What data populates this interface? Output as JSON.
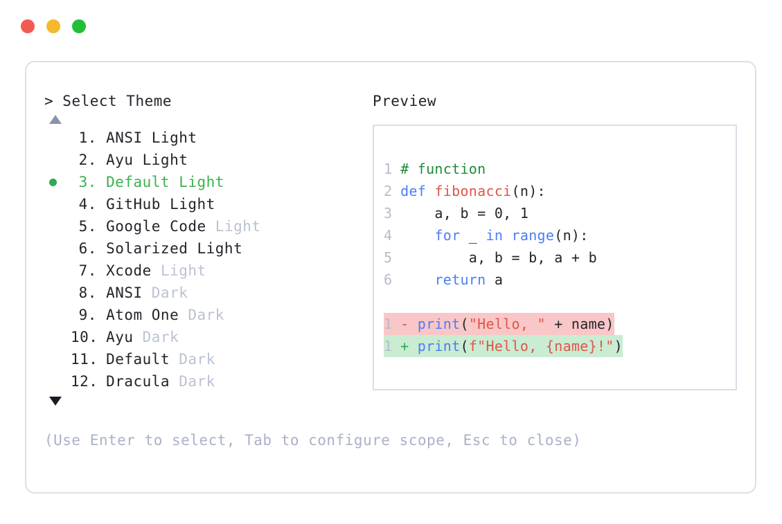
{
  "window": {
    "dots": [
      {
        "name": "close",
        "color": "#f25a53"
      },
      {
        "name": "minimize",
        "color": "#f5b82e"
      },
      {
        "name": "maximize",
        "color": "#22be38"
      }
    ]
  },
  "left": {
    "prompt_symbol": "> ",
    "prompt_title": "Select Theme",
    "scroll_up_icon": "triangle-up",
    "scroll_down_icon": "triangle-down",
    "selected_index": 3,
    "themes": [
      {
        "index": "1.",
        "name": "ANSI",
        "variant": "Light",
        "variant_muted": false,
        "selected": false
      },
      {
        "index": "2.",
        "name": "Ayu",
        "variant": "Light",
        "variant_muted": false,
        "selected": false
      },
      {
        "index": "3.",
        "name": "Default",
        "variant": "Light",
        "variant_muted": false,
        "selected": true
      },
      {
        "index": "4.",
        "name": "GitHub",
        "variant": "Light",
        "variant_muted": false,
        "selected": false
      },
      {
        "index": "5.",
        "name": "Google Code",
        "variant": "Light",
        "variant_muted": true,
        "selected": false
      },
      {
        "index": "6.",
        "name": "Solarized",
        "variant": "Light",
        "variant_muted": false,
        "selected": false
      },
      {
        "index": "7.",
        "name": "Xcode",
        "variant": "Light",
        "variant_muted": true,
        "selected": false
      },
      {
        "index": "8.",
        "name": "ANSI",
        "variant": "Dark",
        "variant_muted": true,
        "selected": false
      },
      {
        "index": "9.",
        "name": "Atom One",
        "variant": "Dark",
        "variant_muted": true,
        "selected": false
      },
      {
        "index": "10.",
        "name": "Ayu",
        "variant": "Dark",
        "variant_muted": true,
        "selected": false
      },
      {
        "index": "11.",
        "name": "Default",
        "variant": "Dark",
        "variant_muted": true,
        "selected": false
      },
      {
        "index": "12.",
        "name": "Dracula",
        "variant": "Dark",
        "variant_muted": true,
        "selected": false
      }
    ],
    "hint": "(Use Enter to select, Tab to configure scope, Esc to close)"
  },
  "right": {
    "preview_label": "Preview",
    "code_lines": [
      {
        "ln": "1",
        "tokens": [
          {
            "t": "# function",
            "c": "comment"
          }
        ]
      },
      {
        "ln": "2",
        "tokens": [
          {
            "t": "def ",
            "c": "keyword"
          },
          {
            "t": "fibonacci",
            "c": "func"
          },
          {
            "t": "(n):",
            "c": "plain"
          }
        ]
      },
      {
        "ln": "3",
        "tokens": [
          {
            "t": "    a, b = ",
            "c": "plain"
          },
          {
            "t": "0",
            "c": "num"
          },
          {
            "t": ", ",
            "c": "plain"
          },
          {
            "t": "1",
            "c": "num"
          }
        ]
      },
      {
        "ln": "4",
        "tokens": [
          {
            "t": "    ",
            "c": "plain"
          },
          {
            "t": "for",
            "c": "keyword"
          },
          {
            "t": " _ ",
            "c": "plain"
          },
          {
            "t": "in ",
            "c": "keyword"
          },
          {
            "t": "range",
            "c": "builtin"
          },
          {
            "t": "(n):",
            "c": "plain"
          }
        ]
      },
      {
        "ln": "5",
        "tokens": [
          {
            "t": "        a, b = b, a + b",
            "c": "plain"
          }
        ]
      },
      {
        "ln": "6",
        "tokens": [
          {
            "t": "    ",
            "c": "plain"
          },
          {
            "t": "return",
            "c": "keyword"
          },
          {
            "t": " a",
            "c": "plain"
          }
        ]
      }
    ],
    "diff_lines": [
      {
        "ln": "1",
        "kind": "del",
        "sign": "-",
        "tokens": [
          {
            "t": "print",
            "c": "builtin"
          },
          {
            "t": "(",
            "c": "plain"
          },
          {
            "t": "\"Hello, \"",
            "c": "string"
          },
          {
            "t": " + name)",
            "c": "plain"
          }
        ]
      },
      {
        "ln": "1",
        "kind": "add",
        "sign": "+",
        "tokens": [
          {
            "t": "print",
            "c": "builtin"
          },
          {
            "t": "(",
            "c": "plain"
          },
          {
            "t": "f\"Hello, {name}!\"",
            "c": "string"
          },
          {
            "t": ")",
            "c": "plain"
          }
        ]
      }
    ]
  },
  "colors": {
    "accent_selected": "#3bb14f",
    "muted_text": "#bcc2d2",
    "hint_text": "#aab1c8",
    "card_border": "#dedfe8",
    "preview_border": "#dcdee7",
    "diff_del_bg": "#f9c7c7",
    "diff_add_bg": "#c9ecd2",
    "syntax_comment": "#1d8c38",
    "syntax_keyword": "#4a7ef5",
    "syntax_func": "#e0544a",
    "syntax_string": "#e0544a",
    "line_number": "#b6bccb"
  }
}
